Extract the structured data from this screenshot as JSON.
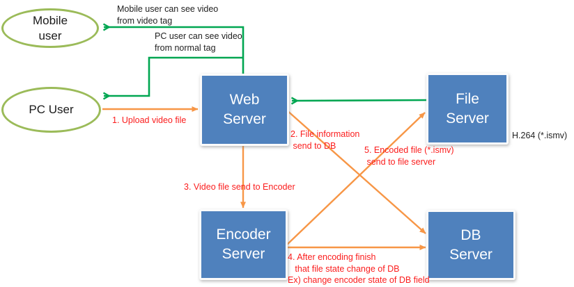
{
  "diagram": {
    "nodes": {
      "mobile_user": {
        "label": "Mobile\nuser"
      },
      "pc_user": {
        "label": "PC User"
      },
      "web_server": {
        "label": "Web\nServer"
      },
      "file_server": {
        "label": "File\nServer"
      },
      "encoder_server": {
        "label": "Encoder\nServer"
      },
      "db_server": {
        "label": "DB\nServer"
      }
    },
    "annotations": {
      "mobile_video_tag": "Mobile user can see video\nfrom video tag",
      "pc_normal_tag": "PC user can see video\nfrom normal tag",
      "h264_note": "H.264 (*.ismv)",
      "step1": "1. Upload video file",
      "step2": "2. File information\n send to DB",
      "step3": "3. Video file send to Encoder",
      "step4": "4. After encoding finish\n   that file state change of DB\nEx) change encoder state of DB field",
      "step5": "5. Encoded file (*.ismv)\n send to file server"
    },
    "colors": {
      "node_fill": "#4f81bd",
      "ellipse_border": "#9bbb59",
      "arrow_green": "#00a651",
      "arrow_orange": "#f79646",
      "label_red": "#fb1d1d"
    }
  }
}
